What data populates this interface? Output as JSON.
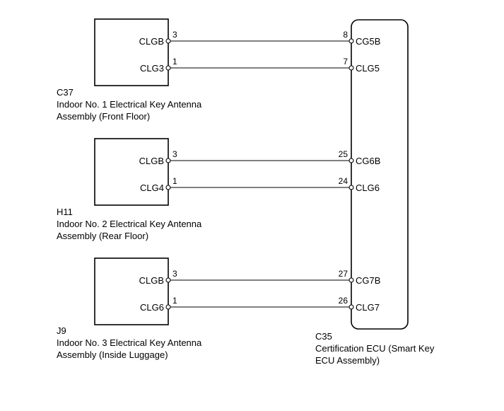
{
  "ecu": {
    "code": "C35",
    "name_line1": "Certification ECU (Smart Key",
    "name_line2": "ECU Assembly)"
  },
  "antennas": [
    {
      "code": "C37",
      "name_line1": "Indoor No. 1 Electrical Key Antenna",
      "name_line2": "Assembly (Front Floor)",
      "pins": [
        {
          "label": "CLGB",
          "num": "3",
          "ecu_num": "8",
          "ecu_label": "CG5B"
        },
        {
          "label": "CLG3",
          "num": "1",
          "ecu_num": "7",
          "ecu_label": "CLG5"
        }
      ]
    },
    {
      "code": "H11",
      "name_line1": "Indoor No. 2 Electrical Key Antenna",
      "name_line2": "Assembly (Rear Floor)",
      "pins": [
        {
          "label": "CLGB",
          "num": "3",
          "ecu_num": "25",
          "ecu_label": "CG6B"
        },
        {
          "label": "CLG4",
          "num": "1",
          "ecu_num": "24",
          "ecu_label": "CLG6"
        }
      ]
    },
    {
      "code": "J9",
      "name_line1": "Indoor No. 3 Electrical Key Antenna",
      "name_line2": "Assembly (Inside Luggage)",
      "pins": [
        {
          "label": "CLGB",
          "num": "3",
          "ecu_num": "27",
          "ecu_label": "CG7B"
        },
        {
          "label": "CLG6",
          "num": "1",
          "ecu_num": "26",
          "ecu_label": "CLG7"
        }
      ]
    }
  ]
}
